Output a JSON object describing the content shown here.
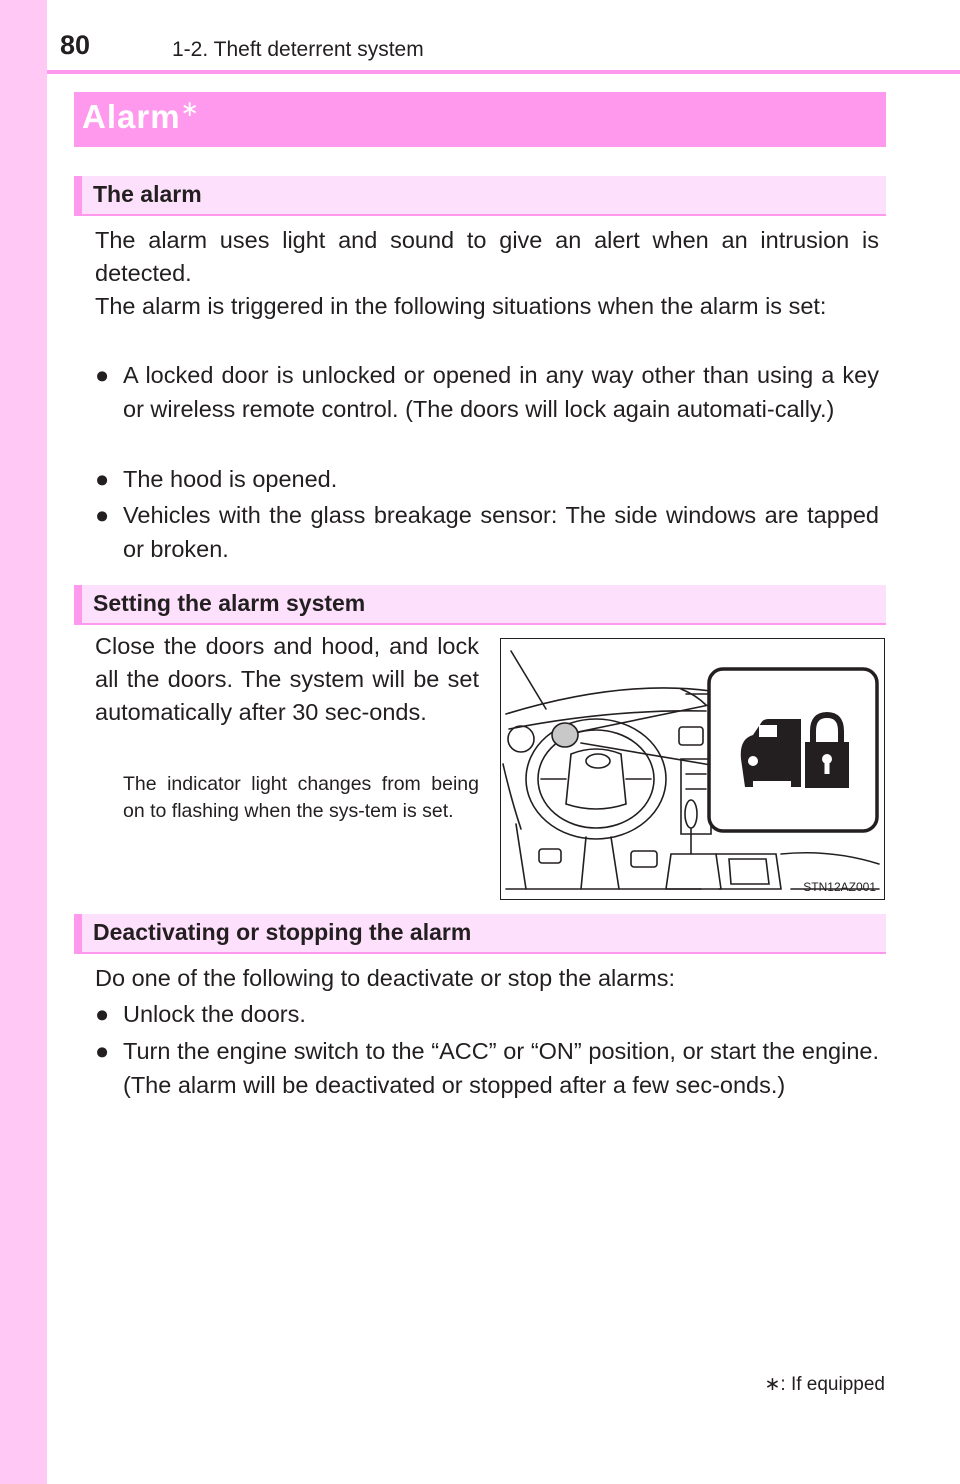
{
  "header": {
    "page_number": "80",
    "running_head": "1-2. Theft deterrent system"
  },
  "title": {
    "text": "Alarm",
    "star": "∗"
  },
  "sections": {
    "alarm": {
      "heading": "The alarm",
      "p1": "The alarm uses light and sound to give an alert when an intrusion is detected.",
      "p2": "The alarm is triggered in the following situations when the alarm is set:",
      "bullets": [
        "A locked door is unlocked or opened in any way other than using a key or wireless remote control. (The doors will lock again automati-cally.)",
        "The hood is opened.",
        "Vehicles with the glass breakage sensor: The side windows are tapped or broken."
      ]
    },
    "setting": {
      "heading": "Setting the alarm system",
      "p1": "Close the doors and hood, and lock all the doors. The system will be set automatically after 30 sec-onds.",
      "note": "The indicator light changes from being on to flashing when the sys-tem is set."
    },
    "deactivate": {
      "heading": "Deactivating or stopping the alarm",
      "p1": "Do one of the following to deactivate or stop the alarms:",
      "bullets": [
        "Unlock the doors.",
        "Turn the engine switch to the “ACC” or “ON” position, or start the engine. (The alarm will be deactivated or stopped after a few sec-onds.)"
      ]
    }
  },
  "bullet_glyph": "●",
  "figure": {
    "code": "STN12AZ001",
    "icon": "car-lock-indicator-icon"
  },
  "footnote": "∗: If equipped",
  "colors": {
    "accent": "#ff99ee",
    "side_strip": "#ffc8f5",
    "subhead_bg": "#fde0fb"
  }
}
